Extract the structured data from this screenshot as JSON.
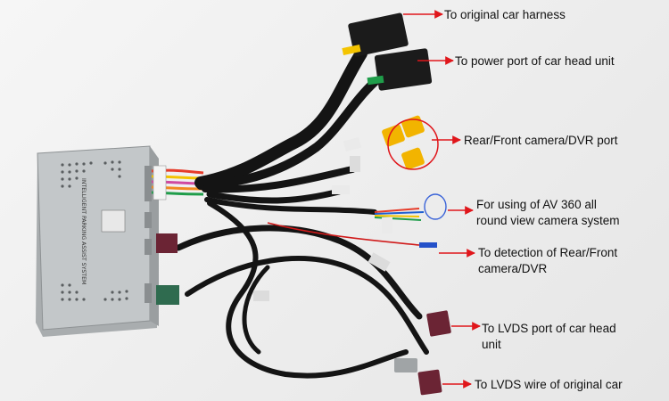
{
  "annotations": [
    {
      "id": "harness",
      "text": "To original car harness"
    },
    {
      "id": "power",
      "text": "To power port of car head unit"
    },
    {
      "id": "camera",
      "text": "Rear/Front camera/DVR port"
    },
    {
      "id": "av360_line1",
      "text": "For using of AV 360 all"
    },
    {
      "id": "av360_line2",
      "text": "round view camera system"
    },
    {
      "id": "detect_line1",
      "text": "To detection of Rear/Front"
    },
    {
      "id": "detect_line2",
      "text": "camera/DVR"
    },
    {
      "id": "lvds_head_line1",
      "text": "To LVDS port of car head"
    },
    {
      "id": "lvds_head_line2",
      "text": "unit"
    },
    {
      "id": "lvds_wire",
      "text": "To  LVDS wire of original car"
    }
  ],
  "device": {
    "label": "INTELLIGENT PARKING ASSIST SYSTEM"
  },
  "colors": {
    "arrow": "#e0161b",
    "cable": "#141414",
    "box": "#b9bdbf",
    "rca_yellow": "#f2b400",
    "connector_red": "#6b2434",
    "connector_green": "#2f6b4f"
  }
}
